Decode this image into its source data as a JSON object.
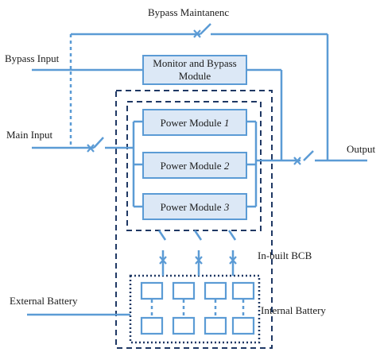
{
  "labels": {
    "bypass_maintenance": "Bypass Maintanenc",
    "bypass_input": "Bypass Input",
    "main_input": "Main Input",
    "output": "Output",
    "external_battery": "External Battery",
    "inbuilt_bcb": "In-built BCB",
    "internal_battery": "Internal Battery"
  },
  "monitor_module": {
    "line1": "Monitor and Bypass",
    "line2": "Module"
  },
  "power_modules": [
    {
      "text": "Power Module ",
      "number": "1"
    },
    {
      "text": "Power Module ",
      "number": "2"
    },
    {
      "text": "Power Module ",
      "number": "3"
    }
  ],
  "colors": {
    "wire": "#5b9bd5",
    "module_fill": "#dce8f6",
    "enclosure_border": "#1f3864"
  }
}
